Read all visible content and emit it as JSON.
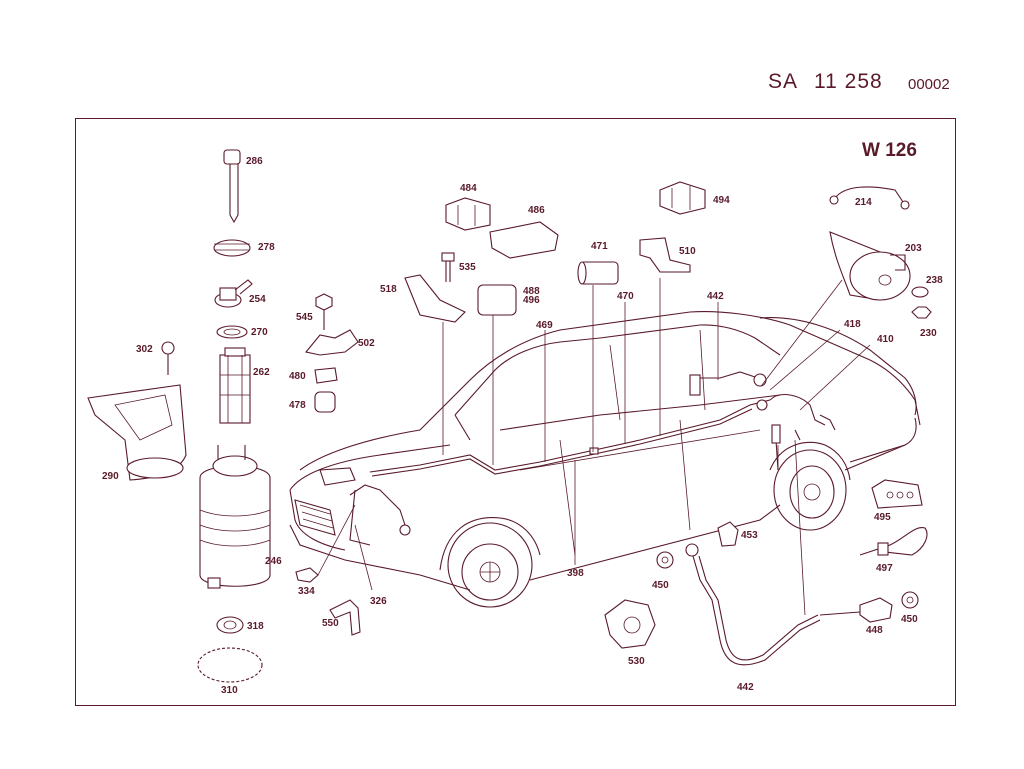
{
  "header": {
    "code": "SA",
    "number": "11 258",
    "sheet": "00002"
  },
  "model": "W 126",
  "parts": [
    {
      "id": "286",
      "label": "286"
    },
    {
      "id": "278",
      "label": "278"
    },
    {
      "id": "254",
      "label": "254"
    },
    {
      "id": "270",
      "label": "270"
    },
    {
      "id": "262",
      "label": "262"
    },
    {
      "id": "302",
      "label": "302"
    },
    {
      "id": "290",
      "label": "290"
    },
    {
      "id": "246",
      "label": "246"
    },
    {
      "id": "318",
      "label": "318"
    },
    {
      "id": "310",
      "label": "310"
    },
    {
      "id": "545",
      "label": "545"
    },
    {
      "id": "502",
      "label": "502"
    },
    {
      "id": "480",
      "label": "480"
    },
    {
      "id": "478",
      "label": "478"
    },
    {
      "id": "484",
      "label": "484"
    },
    {
      "id": "486",
      "label": "486"
    },
    {
      "id": "535",
      "label": "535"
    },
    {
      "id": "518",
      "label": "518"
    },
    {
      "id": "488",
      "label": "488"
    },
    {
      "id": "496",
      "label": "496"
    },
    {
      "id": "471",
      "label": "471"
    },
    {
      "id": "510",
      "label": "510"
    },
    {
      "id": "494",
      "label": "494"
    },
    {
      "id": "470",
      "label": "470"
    },
    {
      "id": "469",
      "label": "469"
    },
    {
      "id": "442a",
      "label": "442"
    },
    {
      "id": "214",
      "label": "214"
    },
    {
      "id": "203",
      "label": "203"
    },
    {
      "id": "238",
      "label": "238"
    },
    {
      "id": "230",
      "label": "230"
    },
    {
      "id": "418",
      "label": "418"
    },
    {
      "id": "410",
      "label": "410"
    },
    {
      "id": "334",
      "label": "334"
    },
    {
      "id": "326",
      "label": "326"
    },
    {
      "id": "550",
      "label": "550"
    },
    {
      "id": "398",
      "label": "398"
    },
    {
      "id": "450a",
      "label": "450"
    },
    {
      "id": "453",
      "label": "453"
    },
    {
      "id": "530",
      "label": "530"
    },
    {
      "id": "442b",
      "label": "442"
    },
    {
      "id": "495",
      "label": "495"
    },
    {
      "id": "497",
      "label": "497"
    },
    {
      "id": "448",
      "label": "448"
    },
    {
      "id": "450b",
      "label": "450"
    }
  ]
}
